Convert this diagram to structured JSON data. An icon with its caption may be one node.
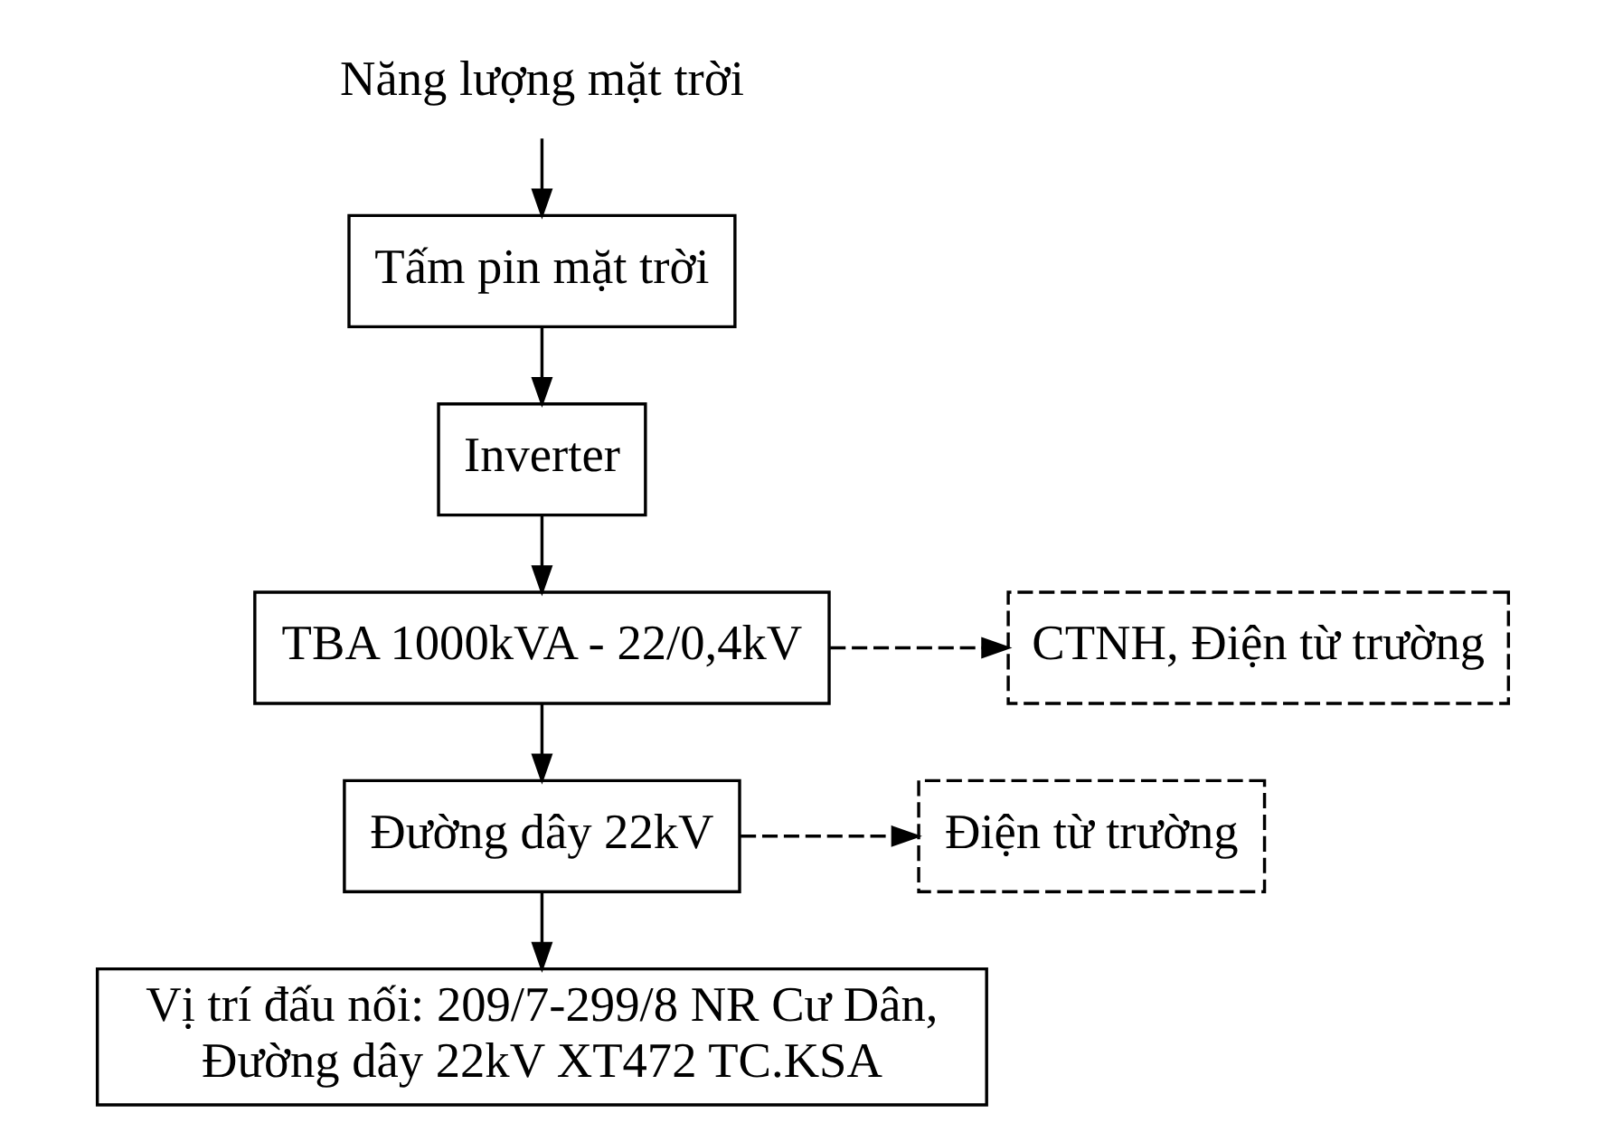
{
  "diagram": {
    "nodes": [
      {
        "text": [
          "Năng lượng mặt trời"
        ]
      },
      {
        "text": [
          "Tấm pin mặt trời"
        ]
      },
      {
        "text": [
          "Inverter"
        ]
      },
      {
        "text": [
          "TBA 1000kVA - 22/0,4kV"
        ]
      },
      {
        "text": [
          "CTNH, Điện từ trường"
        ]
      },
      {
        "text": [
          "Đường dây 22kV"
        ]
      },
      {
        "text": [
          "Điện từ trường"
        ]
      },
      {
        "text": [
          "Vị trí đấu nối: 209/7-299/8 NR Cư Dân, Đường dây 22kV XT472 TC.KSA"
        ]
      }
    ],
    "edges": [
      {
        "from": 0,
        "to": 1,
        "arrow": "to"
      },
      {
        "from": 1,
        "to": 2,
        "arrow": "to"
      },
      {
        "from": 2,
        "to": 3,
        "arrow": "to"
      },
      {
        "from": 3,
        "to": 4,
        "arrow": "to",
        "style": "dashed"
      },
      {
        "from": 3,
        "to": 5,
        "arrow": "to"
      },
      {
        "from": 5,
        "to": 6,
        "arrow": "to",
        "style": "dashed"
      },
      {
        "from": 5,
        "to": 7,
        "arrow": "to"
      }
    ]
  }
}
